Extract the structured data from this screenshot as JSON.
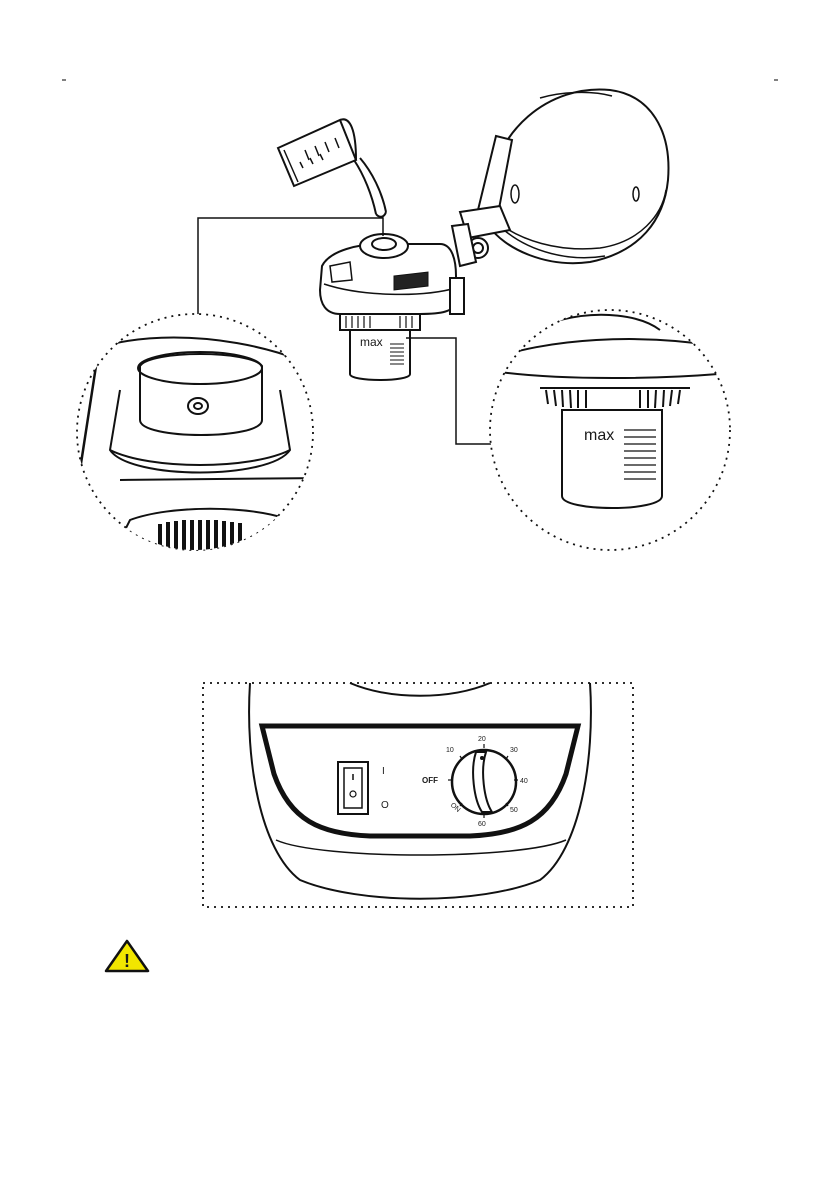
{
  "top_figure": {
    "water_tank_label": "max",
    "zoom_tank_label": "max"
  },
  "control_panel": {
    "switch_on_label": "I",
    "switch_off_label": "O",
    "dial_labels": {
      "off": "OFF",
      "t10": "10",
      "t20": "20",
      "t30": "30",
      "t40": "40",
      "t50": "50",
      "t60": "60",
      "on": "ON"
    }
  },
  "warning": {
    "icon": "warning-triangle-icon",
    "color": "#f2e600",
    "mark": "!"
  }
}
